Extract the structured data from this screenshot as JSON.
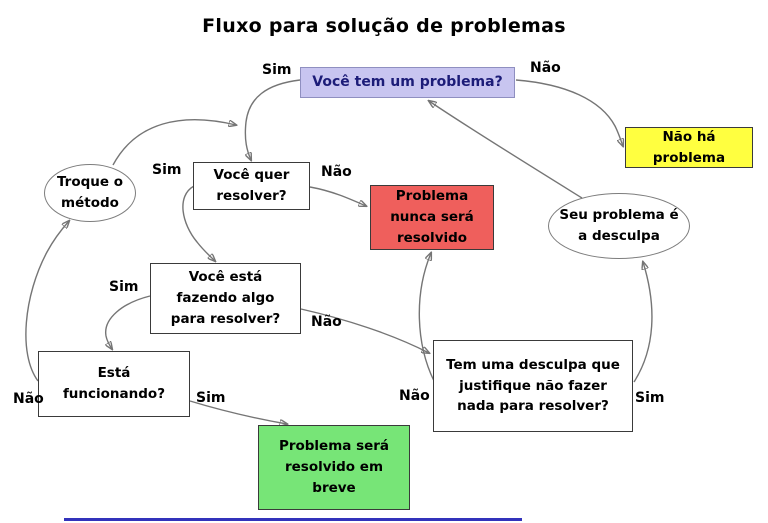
{
  "title": "Fluxo para solução de problemas",
  "nodes": {
    "start": {
      "shape": "rect",
      "color": "lavender",
      "lines": [
        "Você tem um problema?"
      ]
    },
    "no_problem": {
      "shape": "rect",
      "color": "yellow",
      "lines": [
        "Não há",
        "problema"
      ]
    },
    "change_method": {
      "shape": "ellipse",
      "color": "white",
      "lines": [
        "Troque o",
        "método"
      ]
    },
    "want_solve": {
      "shape": "rect",
      "color": "white",
      "lines": [
        "Você quer",
        "resolver?"
      ]
    },
    "never_solved": {
      "shape": "rect",
      "color": "red",
      "lines": [
        "Problema",
        "nunca será",
        "resolvido"
      ]
    },
    "excuse_is_problem": {
      "shape": "ellipse",
      "color": "white",
      "lines": [
        "Seu problema é",
        "a desculpa"
      ]
    },
    "doing_something": {
      "shape": "rect",
      "color": "white",
      "lines": [
        "Você está",
        "fazendo algo",
        "para resolver?"
      ]
    },
    "working": {
      "shape": "rect",
      "color": "white",
      "lines": [
        "Está",
        "funcionando?"
      ]
    },
    "have_excuse": {
      "shape": "rect",
      "color": "white",
      "lines": [
        "Tem uma desculpa que",
        "justifique não fazer",
        "nada para resolver?"
      ]
    },
    "solved_soon": {
      "shape": "rect",
      "color": "green",
      "lines": [
        "Problema será",
        "resolvido em",
        "breve"
      ]
    }
  },
  "edges": [
    {
      "from": "start",
      "to": "want_solve",
      "label": "Sim"
    },
    {
      "from": "start",
      "to": "no_problem",
      "label": "Não"
    },
    {
      "from": "want_solve",
      "to": "never_solved",
      "label": "Não"
    },
    {
      "from": "want_solve",
      "to": "doing_something",
      "label": "Sim"
    },
    {
      "from": "doing_something",
      "to": "have_excuse",
      "label": "Não"
    },
    {
      "from": "doing_something",
      "to": "working",
      "label": "Sim"
    },
    {
      "from": "working",
      "to": "change_method",
      "label": "Não"
    },
    {
      "from": "working",
      "to": "solved_soon",
      "label": "Sim"
    },
    {
      "from": "have_excuse",
      "to": "never_solved",
      "label": "Não"
    },
    {
      "from": "have_excuse",
      "to": "excuse_is_problem",
      "label": "Sim"
    },
    {
      "from": "change_method",
      "to": "want_solve",
      "label": ""
    },
    {
      "from": "excuse_is_problem",
      "to": "start",
      "label": ""
    }
  ],
  "colors": {
    "start-fill": "#c8c5f0",
    "start-border": "#8f8fc0",
    "start-text": "#1c1c78",
    "yellow-fill": "#ffff40",
    "red-fill": "#ef5f5c",
    "green-fill": "#77e577",
    "arrow": "#757575",
    "bottom-line": "#3333bb"
  }
}
